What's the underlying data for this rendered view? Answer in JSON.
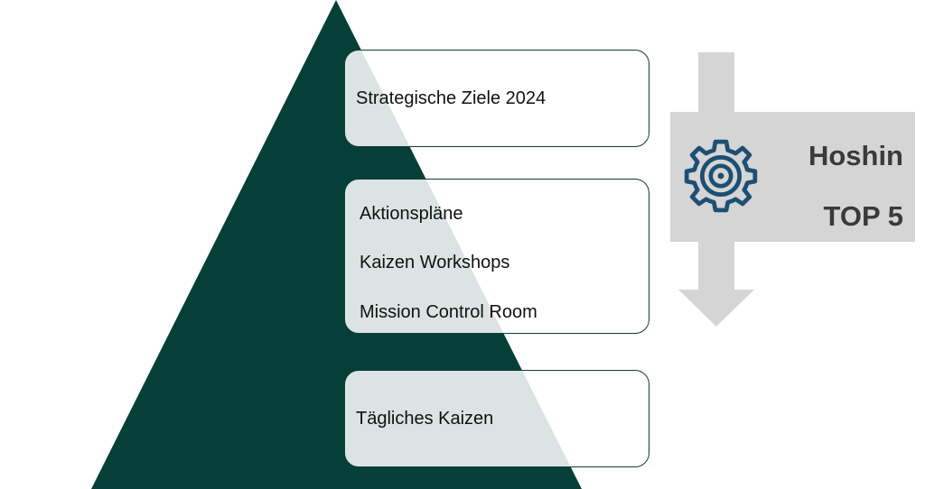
{
  "colors": {
    "pyramid": "#053f38",
    "box_border": "#0f3d37",
    "box_fill": "#ffffff",
    "arrow": "#d5d5d5",
    "gear": "#1d4f73",
    "label_text": "#3a3a3a"
  },
  "boxes": [
    {
      "lines": [
        "Strategische Ziele 2024"
      ]
    },
    {
      "lines": [
        "Aktionspläne",
        "Kaizen Workshops",
        "Mission Control Room"
      ]
    },
    {
      "lines": [
        "Tägliches Kaizen"
      ]
    }
  ],
  "side_panel": {
    "icon": "gear-target-icon",
    "title": "Hoshin",
    "subtitle": "TOP 5"
  }
}
